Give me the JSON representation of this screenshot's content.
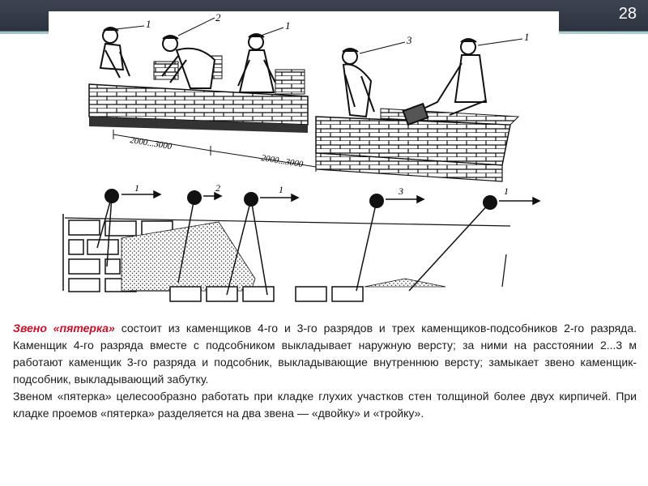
{
  "slide": {
    "number": "28"
  },
  "figure": {
    "labels": {
      "top_left_1a": "1",
      "top_left_2": "2",
      "top_left_1b": "1",
      "top_right_3": "3",
      "top_right_1": "1",
      "dim_1": "2000...3000",
      "dim_2": "2000...3000",
      "plan_1": "1",
      "plan_2": "2",
      "plan_1b": "1",
      "plan_3": "3",
      "plan_1c": "1"
    }
  },
  "text": {
    "p1_accent": "Звено «пятерка»",
    "p1_rest": " состоит из каменщиков 4-го и 3-го разрядов и трех каменщиков-подсобников 2-го разряда. Каменщик 4-го разряда вместе с подсобником выкладывает наружную версту; за ними на расстоянии 2...3 м работают каменщик 3-го разряда и подсобник, выкладывающие внутреннюю версту; замыкает звено каменщик-подсобник, выкладывающий забутку.",
    "p2": "Звеном «пятерка» целесообразно работать при кладке глухих участков стен толщиной более двух кирпичей. При кладке проемов «пятерка» разделяется на два звена — «двойку» и «тройку»."
  }
}
